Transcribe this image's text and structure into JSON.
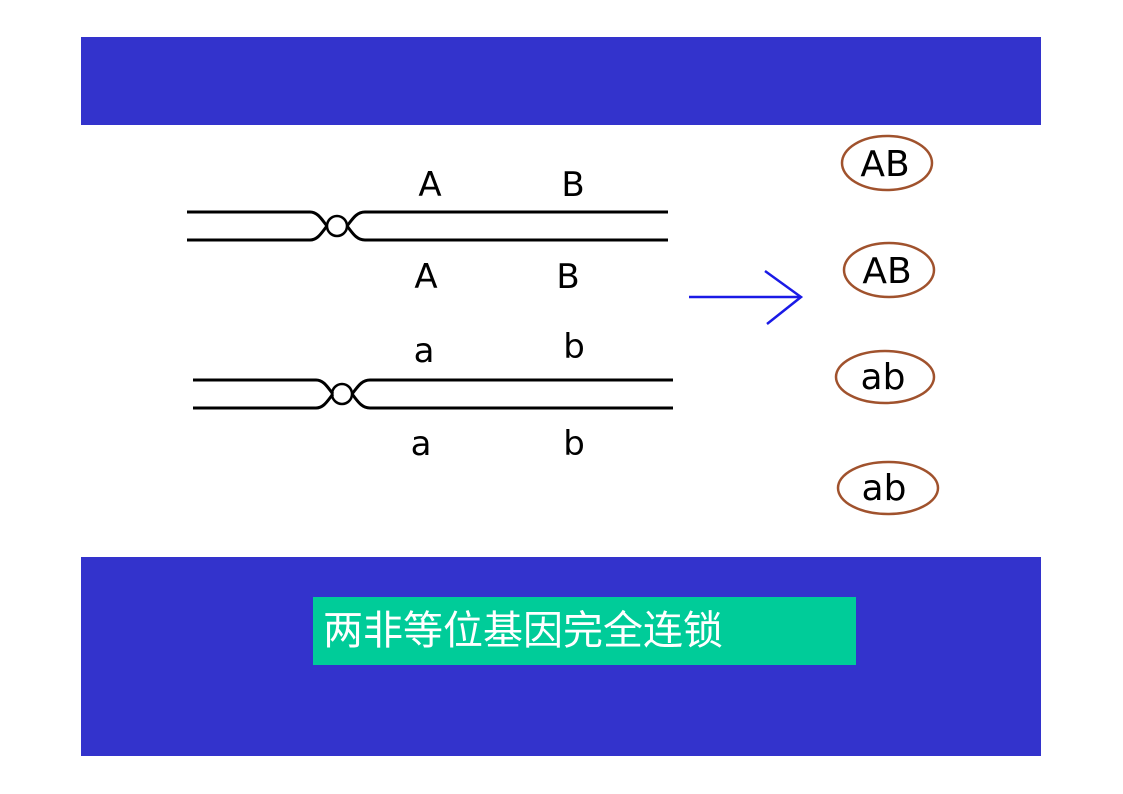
{
  "slide": {
    "band_color": "#3333cc",
    "caption_color": "#00cc99",
    "arrow_color": "#1a1ae6",
    "ellipse_color": "#a0522d",
    "line_color": "#000000"
  },
  "chromosome_pair_1": {
    "top_labels": [
      "A",
      "B"
    ],
    "bottom_labels": [
      "A",
      "B"
    ]
  },
  "chromosome_pair_2": {
    "top_labels": [
      "a",
      "b"
    ],
    "bottom_labels": [
      "a",
      "b"
    ]
  },
  "gametes": [
    "AB",
    "AB",
    "ab",
    "ab"
  ],
  "caption": "两非等位基因完全连锁"
}
